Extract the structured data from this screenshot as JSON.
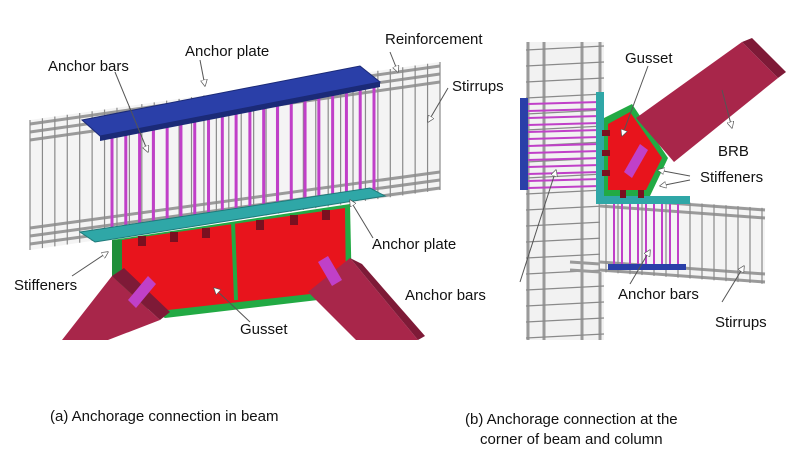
{
  "colors": {
    "plate": "#2a3fa8",
    "anchor_bar": "#c040c8",
    "gusset": "#e8141c",
    "gusset_edge": "#22aa44",
    "stiffener_plate": "#2fa7a7",
    "brb": "#a8264a",
    "concrete_bar": "#9a9a9a",
    "stirrup": "#8a8a8a"
  },
  "labels": {
    "a_anchor_bars": "Anchor bars",
    "a_anchor_plate_top": "Anchor plate",
    "a_reinforcement": "Reinforcement",
    "a_stirrups": "Stirrups",
    "a_anchor_plate_bottom": "Anchor plate",
    "a_stiffeners": "Stiffeners",
    "a_gusset": "Gusset",
    "b_gusset": "Gusset",
    "b_brb": "BRB",
    "b_stiffeners": "Stiffeners",
    "b_anchor_bars_left": "Anchor bars",
    "b_anchor_bars_right": "Anchor bars",
    "b_stirrups": "Stirrups"
  },
  "captions": {
    "a": "(a) Anchorage connection in beam",
    "b_line1": "(b) Anchorage connection at the",
    "b_line2": "corner of beam and column"
  }
}
